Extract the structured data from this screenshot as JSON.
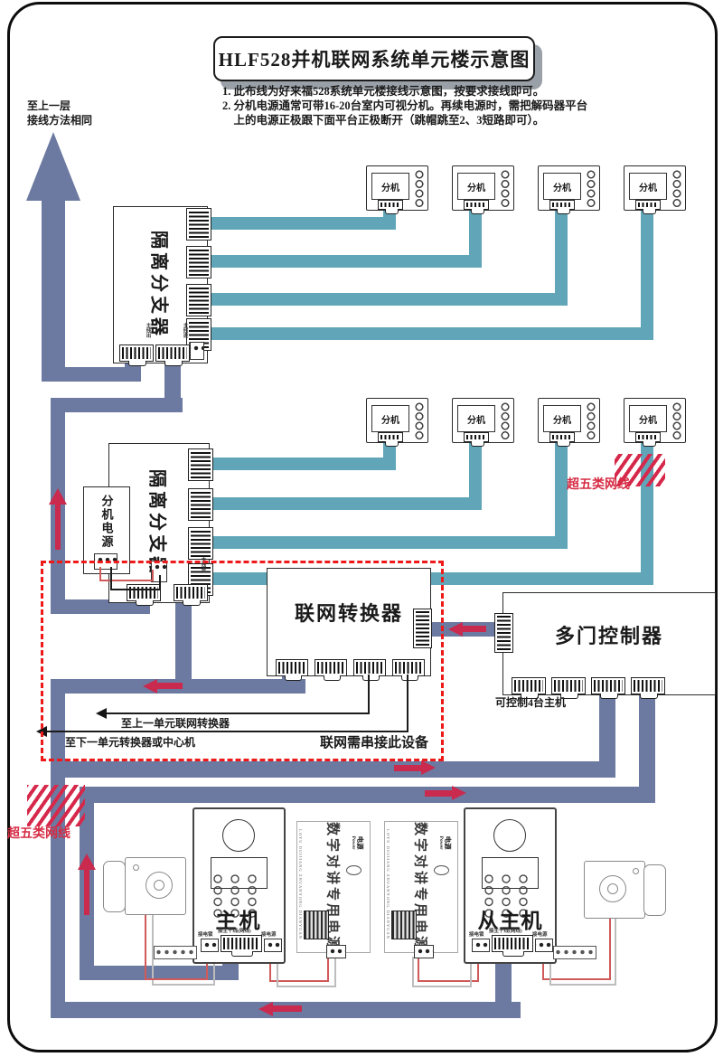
{
  "title": "HLF528并机联网系统单元楼示意图",
  "notes": {
    "n1": "1. 此布线为好来福528系统单元楼接线示意图，按要求接线即可。",
    "n2": "2. 分机电源通常可带16-20台室内可视分机。再续电源时，需把解码器平台\n    上的电源正极跟下面平台正极断开（跳帽跳至2、3短路即可）。"
  },
  "labels": {
    "to_upper": "至上一层\n接线方法相同",
    "splitter": "隔离分支器",
    "line_out": "主线出",
    "line_in": "主线进",
    "extension": "分机",
    "ext_power": "分机电源",
    "cat5": "超五类网线",
    "converter": "联网转换器",
    "controller": "多门控制器",
    "controller_note": "可控制4台主机",
    "to_prev": "至上一单元联网转换器",
    "to_next": "至下一单元转换器或中心机",
    "serial_note": "联网需串接此设备",
    "master": "主机",
    "slave": "从主机",
    "conn_lock": "接电锁",
    "conn_trunk": "接主干线(网线)",
    "conn_power": "接电源",
    "psu_main": "数字对讲专用电源",
    "psu_power_cn": "电源",
    "psu_power_en": "Power",
    "psu_side": "LOYU DUIJIANG ZHUANYONG DIANYUAN"
  },
  "colors": {
    "wire": "#6c7aa1",
    "teal": "#60a5b8",
    "crimson": "#c92a4e",
    "red": "#ee1a1a",
    "ink": "#1a1a1a"
  }
}
